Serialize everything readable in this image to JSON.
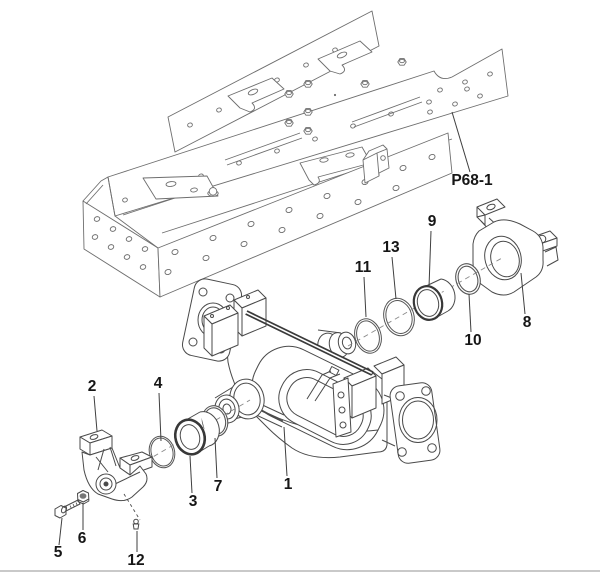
{
  "diagram": {
    "kind": "exploded-parts-diagram",
    "colors": {
      "background": "#ffffff",
      "frame_line": "#6e6e6e",
      "part_line": "#4a4a4a",
      "accent_edge": "#3a3a3a",
      "dash_line": "#8a8a8a",
      "label": "#161616",
      "page_rule": "#c9c9c9"
    },
    "callouts": [
      {
        "part": "chassis-frame",
        "label": "P68-1"
      },
      {
        "part": "axle-housing",
        "label": "1"
      },
      {
        "part": "support-bracket",
        "label": "2"
      },
      {
        "part": "bushing-left",
        "label": "3"
      },
      {
        "part": "washer-seal",
        "label": "4"
      },
      {
        "part": "hex-bolt",
        "label": "5"
      },
      {
        "part": "lock-nut",
        "label": "6"
      },
      {
        "part": "o-ring-left",
        "label": "7"
      },
      {
        "part": "steering-knuckle",
        "label": "8"
      },
      {
        "part": "bushing-right",
        "label": "9"
      },
      {
        "part": "retaining-ring",
        "label": "10"
      },
      {
        "part": "o-ring-right",
        "label": "11"
      },
      {
        "part": "grease-fitting",
        "label": "12"
      },
      {
        "part": "seal-ring",
        "label": "13"
      }
    ]
  }
}
